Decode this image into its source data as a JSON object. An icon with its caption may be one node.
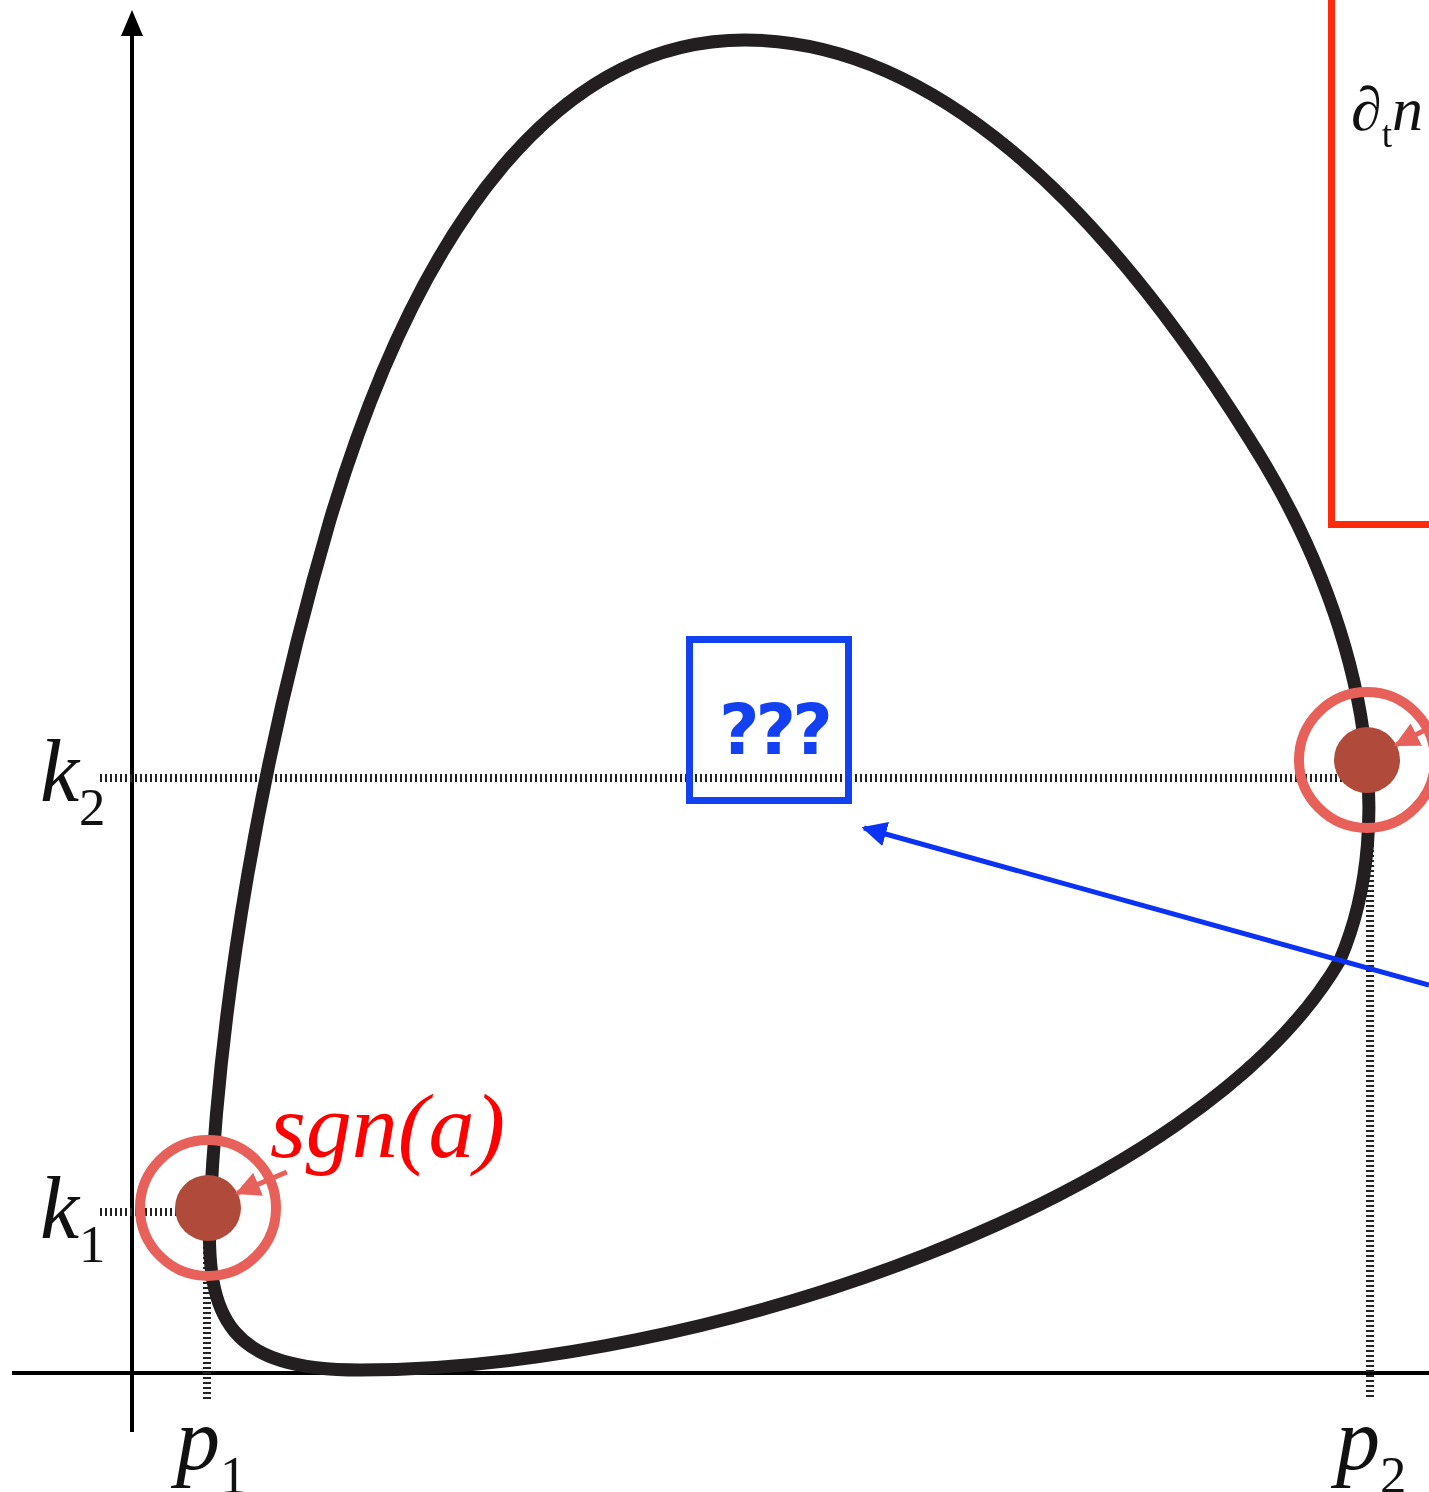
{
  "diagram": {
    "nodes": [
      {
        "text": [
          "∂$_{t}$n"
        ]
      },
      {
        "text": [
          "???"
        ]
      },
      {
        "text": [
          "sgn(a)"
        ]
      },
      {
        "text": [],
        "shape": "circle"
      },
      {
        "text": [],
        "shape": "circle"
      }
    ],
    "edges": [
      {
        "from": 2,
        "to": 3,
        "arrow": "to",
        "color": "#e8605a"
      },
      {
        "from": null,
        "to": 4,
        "arrow": "to",
        "color": "#e8605a"
      },
      {
        "from": null,
        "to": 1,
        "arrow": "to",
        "color": "#0b32f5"
      }
    ],
    "labels": [
      "k$_{2}$",
      "k$_{1}$",
      "p$_{1}$",
      "p$_{2}$"
    ]
  }
}
